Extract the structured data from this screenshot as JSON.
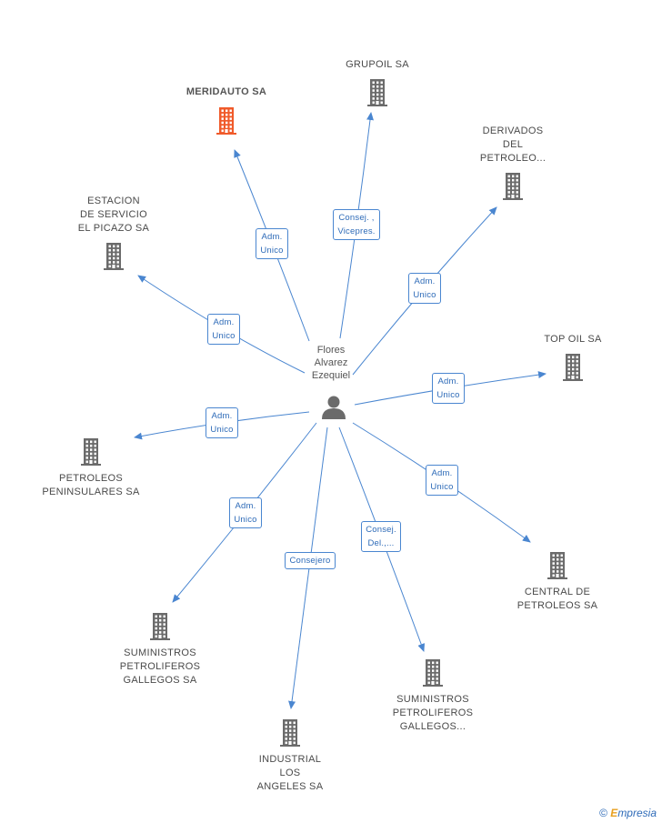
{
  "person": {
    "lines": [
      "Flores",
      "Alvarez",
      "Ezequiel"
    ]
  },
  "colors": {
    "edge": "#4a86d0",
    "building": "#6b6b6b",
    "highlight": "#f05a2a"
  },
  "companies": [
    {
      "id": "meridauto",
      "lines": [
        "MERIDAUTO SA"
      ],
      "highlight": true
    },
    {
      "id": "grupoil",
      "lines": [
        "GRUPOIL SA"
      ]
    },
    {
      "id": "derivados",
      "lines": [
        "DERIVADOS",
        "DEL",
        "PETROLEO..."
      ]
    },
    {
      "id": "estacion",
      "lines": [
        "ESTACION",
        "DE SERVICIO",
        "EL PICAZO SA"
      ]
    },
    {
      "id": "topoil",
      "lines": [
        "TOP OIL SA"
      ]
    },
    {
      "id": "peninsulares",
      "lines": [
        "PETROLEOS",
        "PENINSULARES SA"
      ]
    },
    {
      "id": "central",
      "lines": [
        "CENTRAL DE",
        "PETROLEOS SA"
      ]
    },
    {
      "id": "sumgallegos",
      "lines": [
        "SUMINISTROS",
        "PETROLIFEROS",
        "GALLEGOS SA"
      ]
    },
    {
      "id": "sumgallegos2",
      "lines": [
        "SUMINISTROS",
        "PETROLIFEROS",
        "GALLEGOS..."
      ]
    },
    {
      "id": "industrial",
      "lines": [
        "INDUSTRIAL",
        "LOS",
        "ANGELES SA"
      ]
    }
  ],
  "edges": [
    {
      "to": "meridauto",
      "label": [
        "Adm.",
        "Unico"
      ]
    },
    {
      "to": "grupoil",
      "label": [
        "Consej. ,",
        "Vicepres."
      ]
    },
    {
      "to": "derivados",
      "label": [
        "Adm.",
        "Unico"
      ]
    },
    {
      "to": "estacion",
      "label": [
        "Adm.",
        "Unico"
      ]
    },
    {
      "to": "topoil",
      "label": [
        "Adm.",
        "Unico"
      ]
    },
    {
      "to": "peninsulares",
      "label": [
        "Adm.",
        "Unico"
      ]
    },
    {
      "to": "central",
      "label": [
        "Adm.",
        "Unico"
      ]
    },
    {
      "to": "sumgallegos",
      "label": [
        "Adm.",
        "Unico"
      ]
    },
    {
      "to": "sumgallegos2",
      "label": [
        "Consej.",
        "Del.,..."
      ]
    },
    {
      "to": "industrial",
      "label": [
        "Consejero"
      ]
    }
  ],
  "footer": {
    "copyright": "©",
    "brand_e": "E",
    "brand_rest": "mpresia"
  }
}
